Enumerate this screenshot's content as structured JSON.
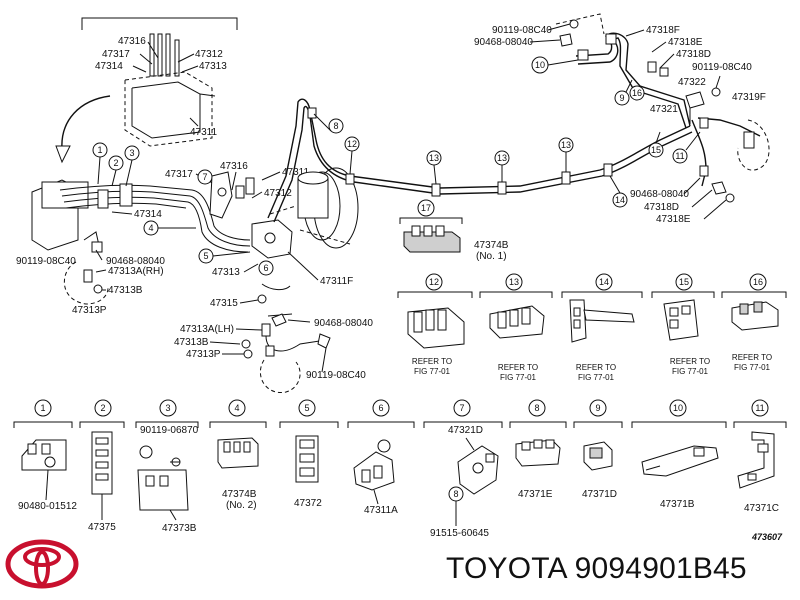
{
  "caption": "TOYOTA 9094901B45",
  "diagram_code": "473607",
  "refer_text": {
    "line1": "REFER TO",
    "line2": "FIG 77-01"
  },
  "logo": {
    "name": "toyota-logo",
    "color": "#c8102e"
  },
  "callouts": {
    "c1": "1",
    "c2": "2",
    "c3": "3",
    "c4": "4",
    "c5": "5",
    "c6": "6",
    "c7": "7",
    "c8": "8",
    "c9": "9",
    "c10": "10",
    "c11": "11",
    "c12": "12",
    "c13": "13",
    "c14": "14",
    "c15": "15",
    "c16": "16",
    "c17": "17"
  },
  "labels": {
    "top_47316": "47316",
    "top_47317": "47317",
    "top_47312": "47312",
    "top_47314": "47314",
    "top_47313": "47313",
    "top_47311": "47311",
    "m_47316": "47316",
    "m_47317": "47317",
    "m_47311": "47311",
    "m_47312": "47312",
    "m_47314": "47314",
    "m_90468": "90468-08040",
    "m_90119": "90119-08C40",
    "m_47313a_rh": "47313A(RH)",
    "m_47313b": "47313B",
    "m_47313p": "47313P",
    "m_47313": "47313",
    "m_47311f": "47311F",
    "m_47315": "47315",
    "l_47313a_lh": "47313A(LH)",
    "l_47313b": "47313B",
    "l_47313p": "47313P",
    "l_90468": "90468-08040",
    "l_90119": "90119-08C40",
    "r_90119_a": "90119-08C40",
    "r_90468_a": "90468-08040",
    "r_47318f": "47318F",
    "r_47318e": "47318E",
    "r_47318d": "47318D",
    "r_90119_b": "90119-08C40",
    "r_47322": "47322",
    "r_47321": "47321",
    "r_47319f": "47319F",
    "r_90468_b": "90468-08040",
    "r_47318d_b": "47318D",
    "r_47318e_b": "47318E",
    "mid_47374b": "47374B",
    "mid_no1": "(No. 1)",
    "b_90480": "90480-01512",
    "b_47375": "47375",
    "b_90119": "90119-06870",
    "b_47373b": "47373B",
    "b_47374b": "47374B",
    "b_no2": "(No. 2)",
    "b_47372": "47372",
    "b_47311a": "47311A",
    "b_47321d": "47321D",
    "b_91515": "91515-60645",
    "b_47371e": "47371E",
    "b_47371d": "47371D",
    "b_47371b": "47371B",
    "b_47371c": "47371C"
  }
}
